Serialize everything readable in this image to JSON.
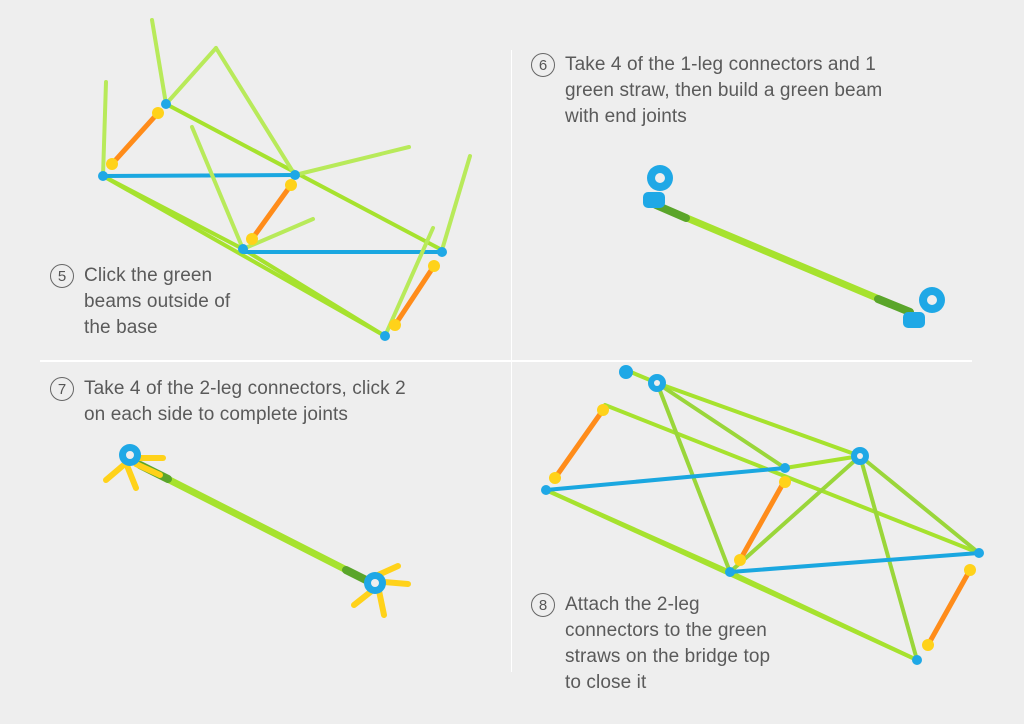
{
  "colors": {
    "background": "#eeeeee",
    "green_straw": "#a6e22e",
    "green_dark": "#5aa52a",
    "blue_straw": "#1aa7e0",
    "orange_straw": "#ff8c1a",
    "yellow_connector": "#ffd21a",
    "blue_connector": "#1fa8e6"
  },
  "steps": [
    {
      "number": "5",
      "text": "Click the green beams outside of the base"
    },
    {
      "number": "6",
      "text": "Take 4 of the 1-leg connectors and 1 green straw, then build a green beam with end joints"
    },
    {
      "number": "7",
      "text": "Take 4 of the 2-leg connectors, click 2 on each side to complete joints"
    },
    {
      "number": "8",
      "text": "Attach the 2-leg connectors to the green straws on the bridge top to close it"
    }
  ],
  "step_lines": {
    "s5": [
      "Click the green",
      "beams outside of",
      "the base"
    ],
    "s6": [
      "Take 4 of the 1-leg connectors and 1",
      "green straw, then build a green beam",
      "with end joints"
    ],
    "s7": [
      "Take 4 of the 2-leg connectors, click 2",
      "on each side to complete joints"
    ],
    "s8": [
      "Attach the 2-leg",
      "connectors to the green",
      "straws on the bridge top",
      "to close it"
    ]
  }
}
